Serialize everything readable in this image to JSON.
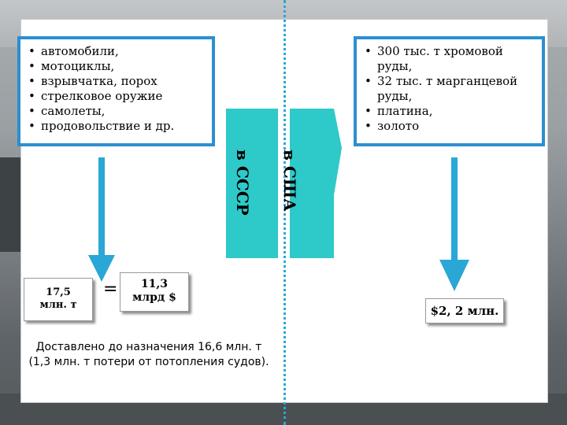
{
  "left_list": {
    "items": [
      "автомобили,",
      " мотоциклы,",
      "взрывчатка, порох",
      "стрелковое оружие",
      "самолеты,",
      "продовольствие и др."
    ]
  },
  "right_list": {
    "items": [
      "300 тыс. т хромовой руды,",
      "32 тыс. т марганцевой руды,",
      "платина,",
      "золото"
    ]
  },
  "labels": {
    "to_ussr": "в СССР",
    "to_usa": "в США",
    "equals": "="
  },
  "values": {
    "tons_line1": "17,5",
    "tons_line2": "млн. т",
    "cost_line1": "11,3",
    "cost_line2": "млрд $",
    "usa_cost": "$2, 2 млн."
  },
  "note": "Доставлено до назначения 16,6 млн. т (1,3 млн. т потери от потопления судов).",
  "colors": {
    "box_border": "#2b8fd0",
    "arrow_teal": "#2ec9c9",
    "arrow_blue": "#2aa7d6",
    "divider": "#2aa7d6"
  }
}
